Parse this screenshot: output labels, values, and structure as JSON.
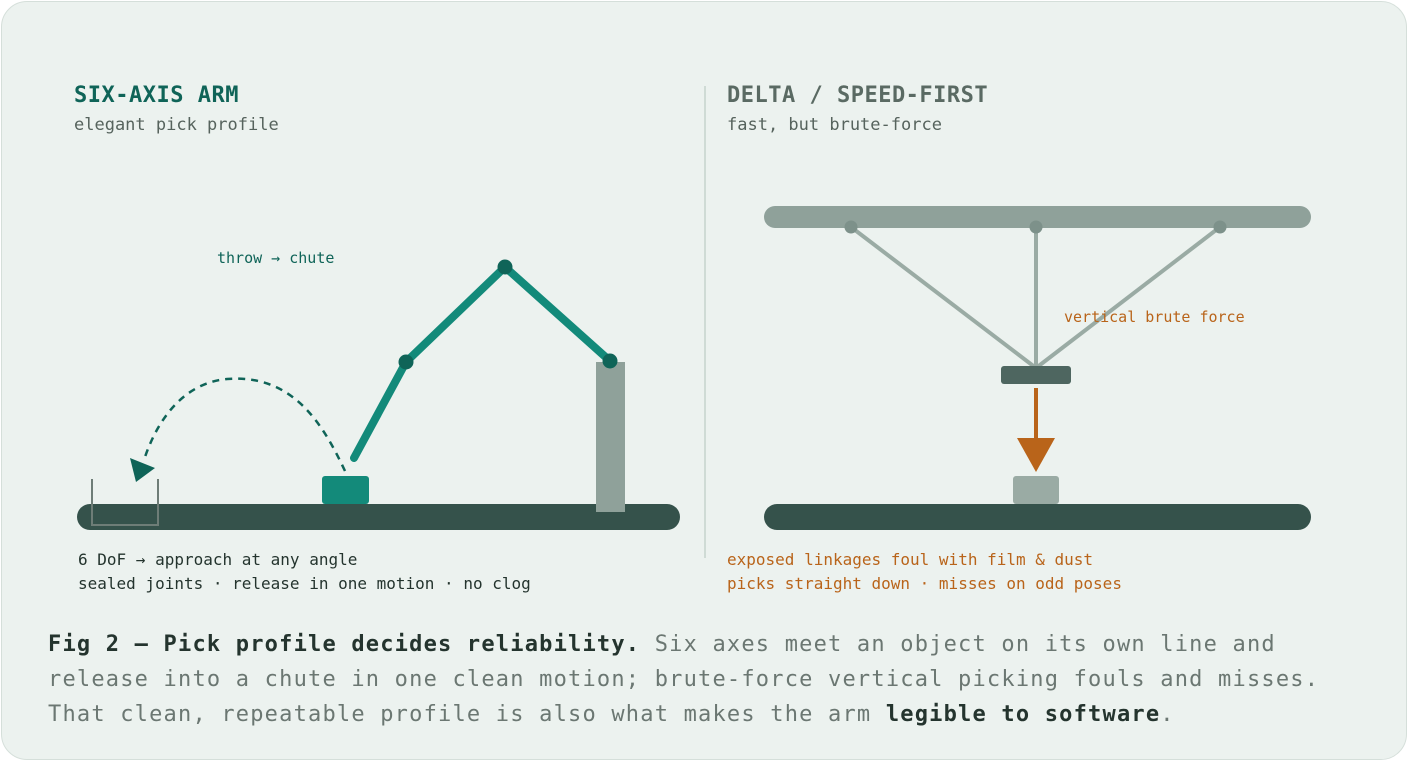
{
  "colors": {
    "background": "#ecf2ef",
    "teal": "#138a7a",
    "teal_dark": "#0f6458",
    "slate": "#35524b",
    "gray": "#8fa19a",
    "orange": "#b9641a",
    "text_dark": "#24342e",
    "text_muted": "#6b7772"
  },
  "left": {
    "title": "SIX-AXIS ARM",
    "subtitle": "elegant pick profile",
    "throw_label": "throw → chute",
    "notes": [
      "6 DoF → approach at any angle",
      "sealed joints · release in one motion · no clog"
    ]
  },
  "right": {
    "title": "DELTA / SPEED-FIRST",
    "subtitle": "fast, but brute-force",
    "force_label": "vertical brute force",
    "notes": [
      "exposed linkages foul with film & dust",
      "picks straight down · misses on odd poses"
    ]
  },
  "caption": {
    "lead": "Fig 2 — Pick profile decides reliability.",
    "body": " Six axes meet an object on its own line and release into a chute in one clean motion; brute-force vertical picking fouls and misses. That clean, repeatable profile is also what makes the arm ",
    "emphasis": "legible to software",
    "end": "."
  }
}
